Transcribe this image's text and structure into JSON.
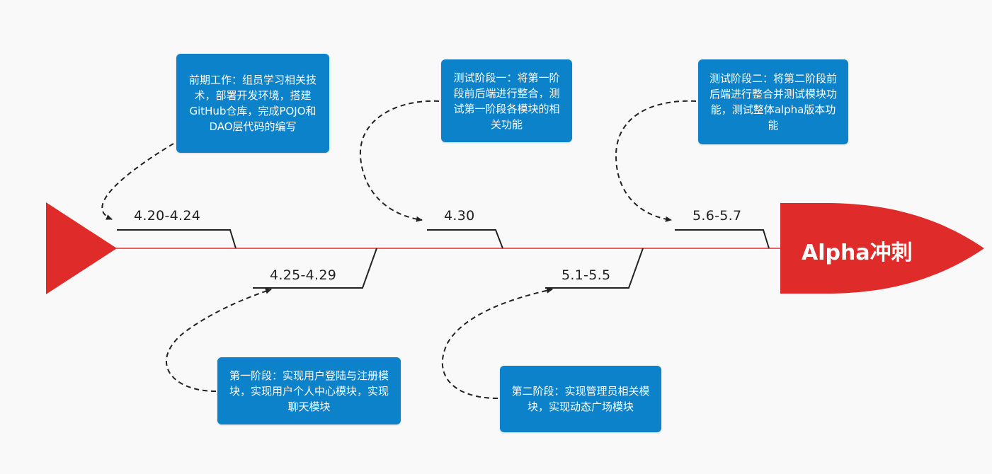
{
  "head": {
    "label": "Alpha冲刺",
    "color": "#e02b2b"
  },
  "tail": {
    "color": "#e02b2b"
  },
  "spine": {
    "color": "#e02b2b"
  },
  "note_color": "#0b82c9",
  "phases": [
    {
      "date": "4.20-4.24",
      "note": "前期工作：组员学习相关技术，部署开发环境，搭建GitHub仓库，完成POJO和DAO层代码的编写"
    },
    {
      "date": "4.25-4.29",
      "note": "第一阶段：实现用户登陆与注册模块，实现用户个人中心模块，实现聊天模块"
    },
    {
      "date": "4.30",
      "note": "测试阶段一：将第一阶段前后端进行整合，测试第一阶段各模块的相关功能"
    },
    {
      "date": "5.1-5.5",
      "note": "第二阶段：实现管理员相关模块，实现动态广场模块"
    },
    {
      "date": "5.6-5.7",
      "note": "测试阶段二：将第二阶段前后端进行整合并测试模块功能，测试整体alpha版本功能"
    }
  ]
}
